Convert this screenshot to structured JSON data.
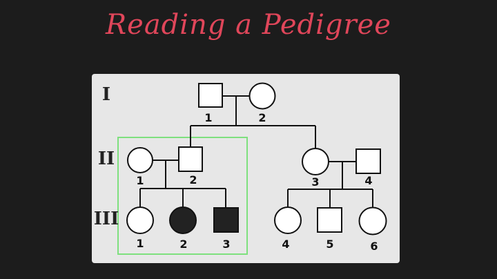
{
  "title": "Reading a Pedigree",
  "colors": {
    "background": "#1c1c1c",
    "panel": "#e7e7e7",
    "title": "#e0465a",
    "highlight": "#7ee07e",
    "line": "#111111",
    "affected": "#222222",
    "unaffected": "#ffffff"
  },
  "generations": [
    {
      "label": "I"
    },
    {
      "label": "II"
    },
    {
      "label": "III"
    }
  ],
  "individuals": [
    {
      "id": "I-1",
      "generation": "I",
      "number": "1",
      "sex": "male",
      "affected": false
    },
    {
      "id": "I-2",
      "generation": "I",
      "number": "2",
      "sex": "female",
      "affected": false
    },
    {
      "id": "II-1",
      "generation": "II",
      "number": "1",
      "sex": "female",
      "affected": false
    },
    {
      "id": "II-2",
      "generation": "II",
      "number": "2",
      "sex": "male",
      "affected": false
    },
    {
      "id": "II-3",
      "generation": "II",
      "number": "3",
      "sex": "female",
      "affected": false
    },
    {
      "id": "II-4",
      "generation": "II",
      "number": "4",
      "sex": "male",
      "affected": false
    },
    {
      "id": "III-1",
      "generation": "III",
      "number": "1",
      "sex": "female",
      "affected": false
    },
    {
      "id": "III-2",
      "generation": "III",
      "number": "2",
      "sex": "female",
      "affected": true
    },
    {
      "id": "III-3",
      "generation": "III",
      "number": "3",
      "sex": "male",
      "affected": true
    },
    {
      "id": "III-4",
      "generation": "III",
      "number": "4",
      "sex": "female",
      "affected": false
    },
    {
      "id": "III-5",
      "generation": "III",
      "number": "5",
      "sex": "male",
      "affected": false
    },
    {
      "id": "III-6",
      "generation": "III",
      "number": "6",
      "sex": "female",
      "affected": false
    }
  ]
}
